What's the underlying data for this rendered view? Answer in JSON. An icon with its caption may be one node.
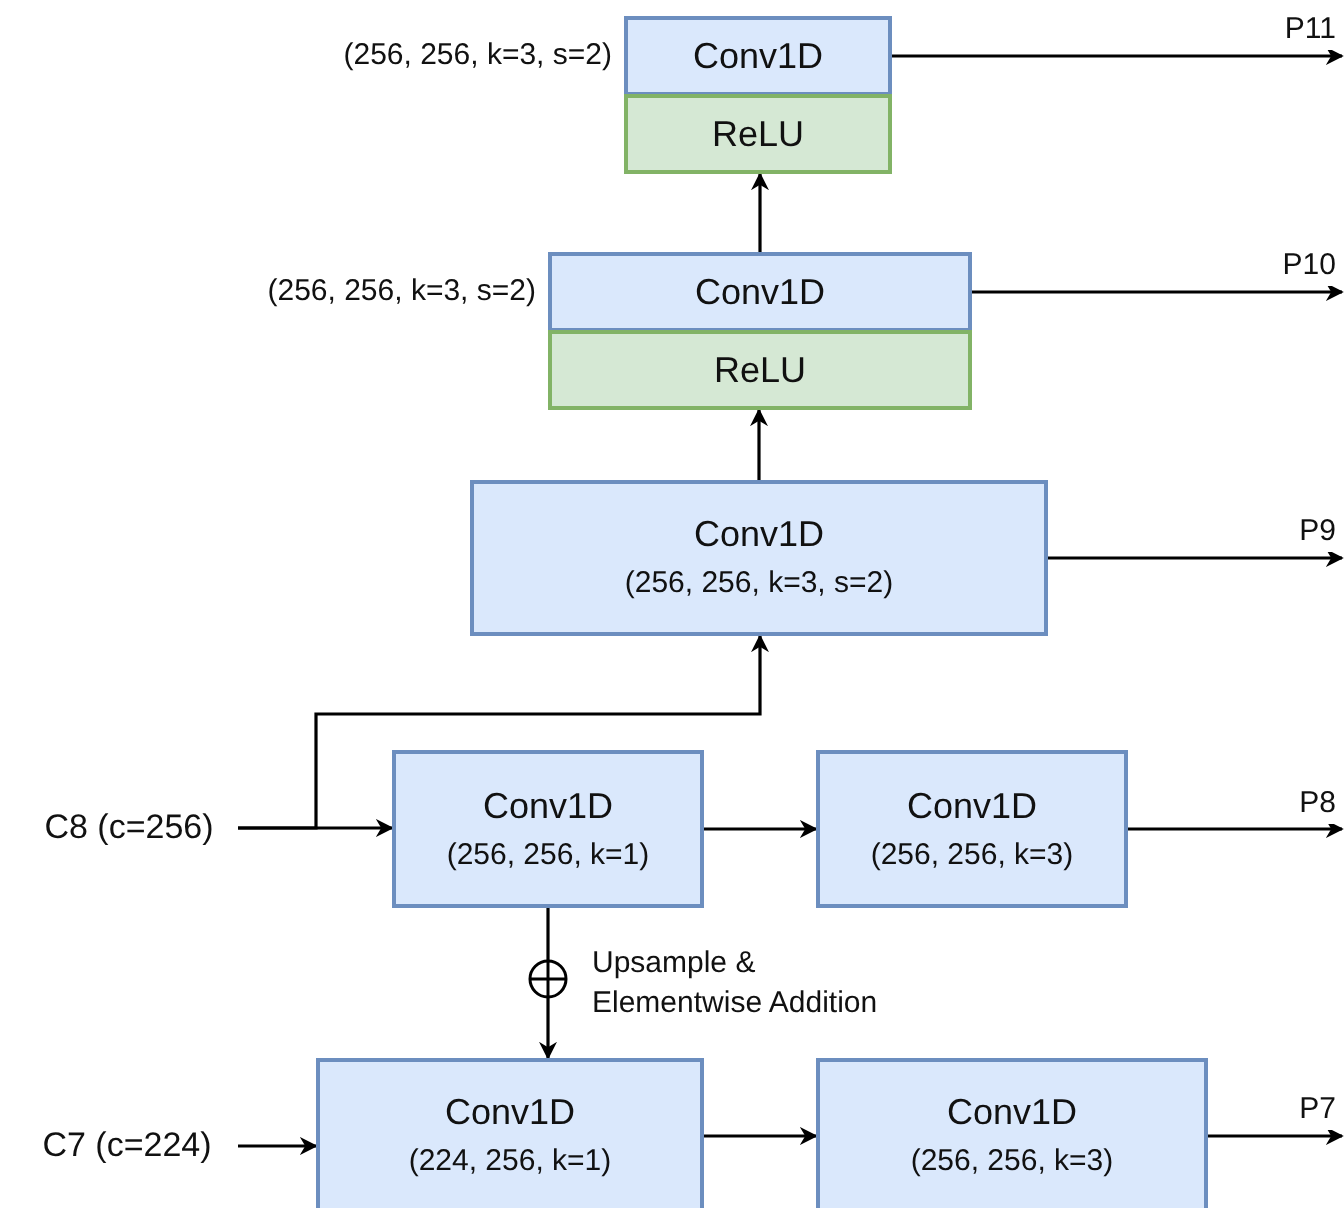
{
  "diagram": {
    "nodes": [
      {
        "text": [
          "Conv1D"
        ],
        "beside": [
          "(256, 256, k=3, s=2)"
        ]
      },
      {
        "text": [
          "ReLU"
        ]
      },
      {
        "text": [
          "Conv1D"
        ],
        "beside": [
          "(256, 256, k=3, s=2)"
        ]
      },
      {
        "text": [
          "ReLU"
        ]
      },
      {
        "text": [
          "Conv1D",
          "(256, 256, k=3, s=2)"
        ]
      },
      {
        "text": [
          "C8 (c=256)"
        ]
      },
      {
        "text": [
          "Conv1D",
          "(256, 256, k=1)"
        ]
      },
      {
        "text": [
          "Conv1D",
          "(256, 256, k=3)"
        ]
      },
      {
        "text": [
          "C7 (c=224)"
        ]
      },
      {
        "text": [
          "Conv1D",
          "(224, 256, k=1)"
        ]
      },
      {
        "text": [
          "Conv1D",
          "(256, 256, k=3)"
        ]
      }
    ],
    "edges": [
      {
        "from": 0,
        "to": null,
        "arrow": "to",
        "label": "P11"
      },
      {
        "from": 2,
        "to": 1,
        "arrow": "to"
      },
      {
        "from": 2,
        "to": null,
        "arrow": "to",
        "label": "P10"
      },
      {
        "from": 4,
        "to": 3,
        "arrow": "to"
      },
      {
        "from": 4,
        "to": null,
        "arrow": "to",
        "label": "P9"
      },
      {
        "from": 5,
        "to": 4,
        "arrow": "to"
      },
      {
        "from": 5,
        "to": 6,
        "arrow": "to"
      },
      {
        "from": 6,
        "to": 7,
        "arrow": "to"
      },
      {
        "from": 7,
        "to": null,
        "arrow": "to",
        "label": "P8"
      },
      {
        "from": 6,
        "to": 9,
        "arrow": "to",
        "label": "Upsample & Elementwise Addition"
      },
      {
        "from": 8,
        "to": 9,
        "arrow": "to"
      },
      {
        "from": 9,
        "to": 10,
        "arrow": "to"
      },
      {
        "from": 10,
        "to": null,
        "arrow": "to",
        "label": "P7"
      }
    ]
  }
}
